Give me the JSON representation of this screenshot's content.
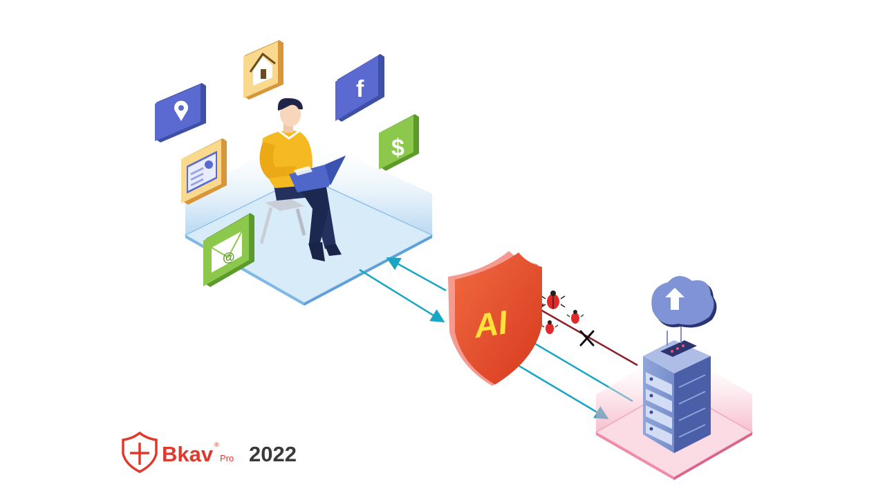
{
  "shield": {
    "label": "AI"
  },
  "brand": {
    "name": "Bkav",
    "registered": "®",
    "edition": "Pro",
    "year": "2022"
  },
  "colors": {
    "brand_red": "#e0382b",
    "shield_face": "#e34b2a",
    "shield_rim": "#f49a91",
    "ai_text": "#ffe23a",
    "safe_arrow": "#17a6c4",
    "threat_arrow": "#8b1f2a",
    "user_platform": "#a9cfee",
    "server_platform": "#f6b8c8",
    "bug_red": "#e02a2a"
  },
  "icons": [
    "location-pin-icon",
    "home-icon",
    "facebook-icon",
    "dollar-icon",
    "profile-card-icon",
    "email-icon",
    "cloud-upload-icon",
    "bug-icon",
    "blocked-x-icon"
  ]
}
